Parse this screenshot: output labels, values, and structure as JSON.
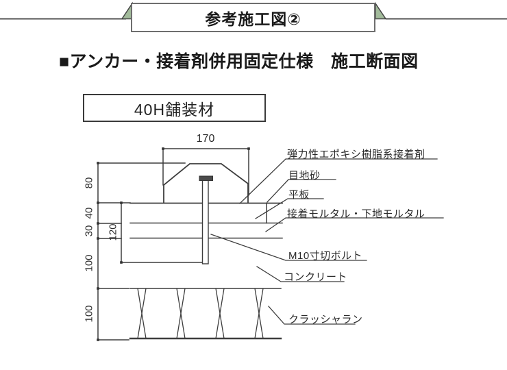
{
  "banner": {
    "title": "参考施工図②"
  },
  "heading": {
    "bullet": "■",
    "text": "アンカー・接着剤併用固定仕様　施工断面図"
  },
  "material_box": {
    "label": "40H舗装材"
  },
  "diagram": {
    "dimensions": {
      "stone_width": "170",
      "stone_height": "80",
      "slab_thickness": "40",
      "mortar_thickness": "30",
      "bolt_length": "120",
      "concrete_thickness": "100",
      "crusher_thickness": "100"
    },
    "labels": {
      "adhesive": "弾力性エポキシ樹脂系接着剤",
      "joint_sand": "目地砂",
      "slab": "平板",
      "mortar": "接着モルタル・下地モルタル",
      "bolt": "M10寸切ボルト",
      "concrete": "コンクリート",
      "crusher_run": "クラッシャラン"
    },
    "colors": {
      "line": "#3d3d3d",
      "accent_green": "#a2bb9b",
      "rule_gray": "#555555"
    }
  }
}
